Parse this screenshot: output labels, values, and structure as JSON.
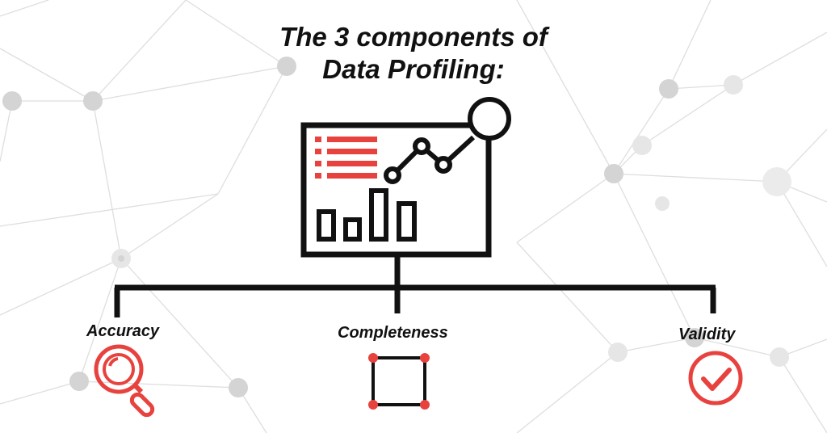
{
  "title": {
    "line1": "The 3 components of",
    "line2": "Data Profiling:"
  },
  "components": [
    {
      "label": "Accuracy",
      "icon": "magnifier-icon"
    },
    {
      "label": "Completeness",
      "icon": "square-corners-icon"
    },
    {
      "label": "Validity",
      "icon": "check-circle-icon"
    }
  ],
  "colors": {
    "ink": "#111111",
    "accent": "#e8423f",
    "network": "#d9d9d9",
    "node": "#d4d4d4"
  }
}
